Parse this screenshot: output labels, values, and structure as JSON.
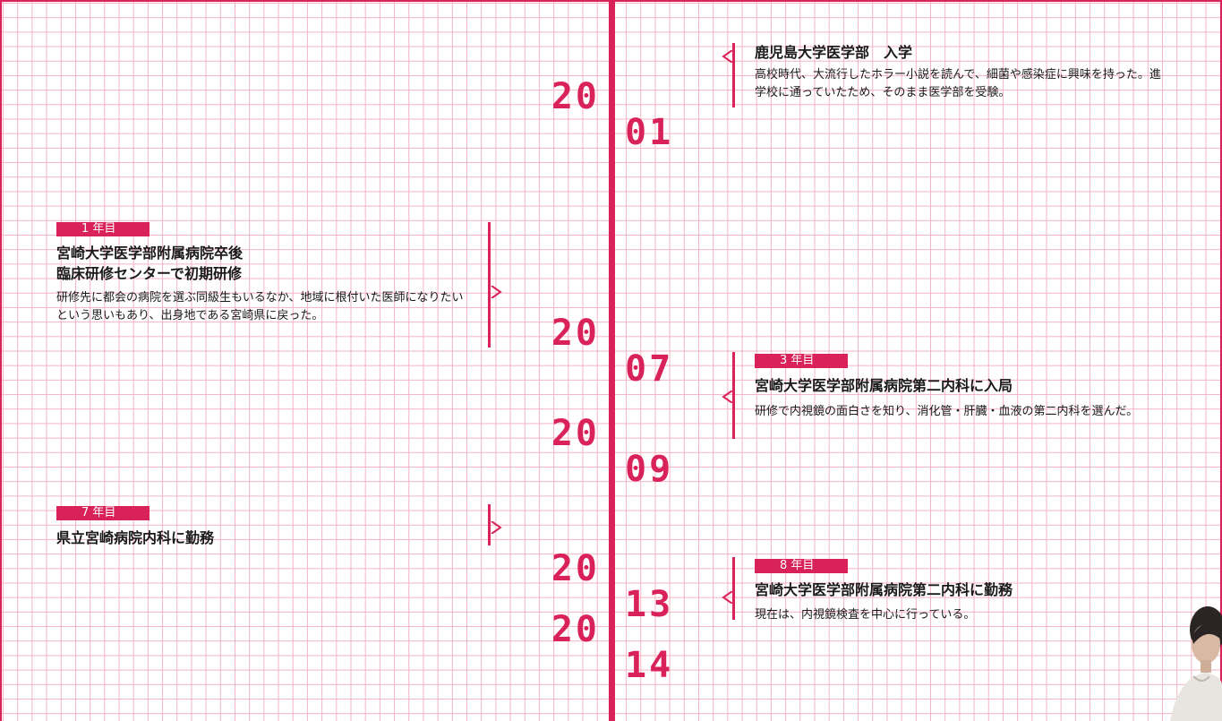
{
  "timeline": {
    "entries": [
      {
        "year_left": "20",
        "year_right": "01",
        "badge": "",
        "title": "鹿児島大学医学部　入学",
        "desc": "高校時代、大流行したホラー小説を読んで、細菌や感染症に興味を持った。進学校に通っていたため、そのまま医学部を受験。"
      },
      {
        "year_left": "20",
        "year_right": "07",
        "badge": "1 年目",
        "title_line1": "宮崎大学医学部附属病院卒後",
        "title_line2": "臨床研修センターで初期研修",
        "desc": "研修先に都会の病院を選ぶ同級生もいるなか、地域に根付いた医師になりたいという思いもあり、出身地である宮崎県に戻った。"
      },
      {
        "year_left": "20",
        "year_right": "09",
        "badge": "3 年目",
        "title": "宮崎大学医学部附属病院第二内科に入局",
        "desc": "研修で内視鏡の面白さを知り、消化管・肝臓・血液の第二内科を選んだ。"
      },
      {
        "year_left": "20",
        "year_right": "13",
        "badge": "7 年目",
        "title": "県立宮崎病院内科に勤務",
        "desc": ""
      },
      {
        "year_left": "20",
        "year_right": "14",
        "badge": "8 年目",
        "title": "宮崎大学医学部附属病院第二内科に勤務",
        "desc": "現在は、内視鏡検査を中心に行っている。"
      }
    ]
  },
  "colors": {
    "accent": "#d9225a",
    "grid": "#f4b3c4"
  }
}
